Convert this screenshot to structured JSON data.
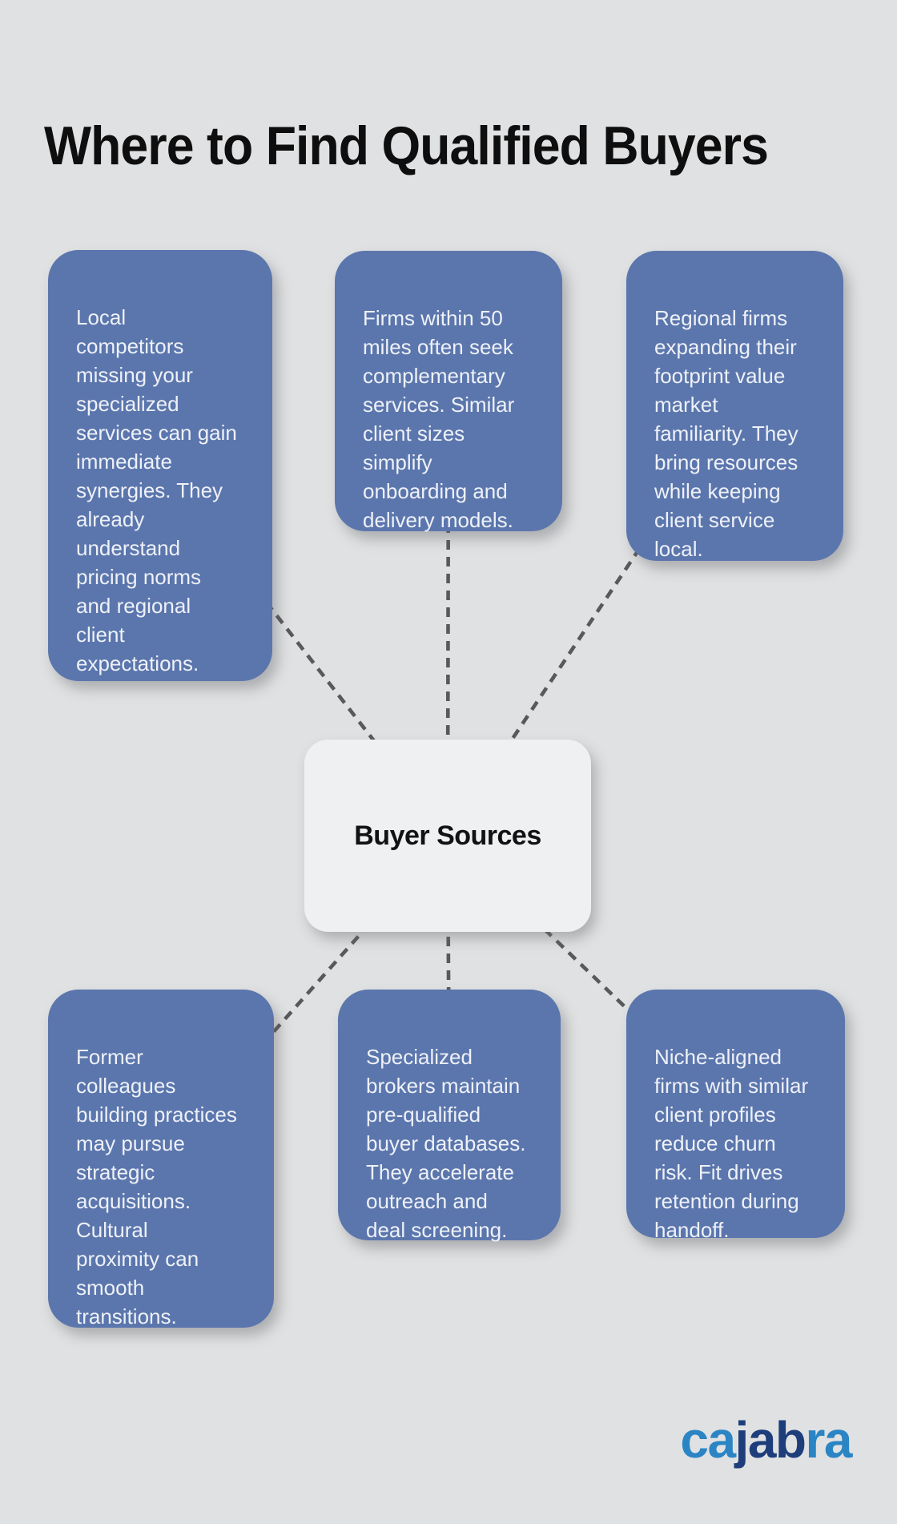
{
  "title": "Where to Find Qualified Buyers",
  "center": {
    "label": "Buyer Sources"
  },
  "nodes": [
    {
      "id": "top-left",
      "text": "Local\ncompetitors\nmissing your\nspecialized\nservices can gain\nimmediate\nsynergies. They\nalready\nunderstand\npricing norms\nand regional\nclient\nexpectations."
    },
    {
      "id": "top-middle",
      "text": "Firms within 50\nmiles often seek\ncomplementary\nservices. Similar\nclient sizes\nsimplify\nonboarding and\ndelivery models."
    },
    {
      "id": "top-right",
      "text": "Regional firms\nexpanding their\nfootprint value\nmarket\nfamiliarity. They\nbring resources\nwhile keeping\nclient service\nlocal."
    },
    {
      "id": "bottom-left",
      "text": "Former\ncolleagues\nbuilding practices\nmay pursue\nstrategic\nacquisitions.\nCultural\nproximity can\nsmooth\ntransitions."
    },
    {
      "id": "bottom-middle",
      "text": "Specialized\nbrokers maintain\npre-qualified\nbuyer databases.\nThey accelerate\noutreach and\ndeal screening."
    },
    {
      "id": "bottom-right",
      "text": "Niche-aligned\nfirms with similar\nclient profiles\nreduce churn\nrisk. Fit drives\nretention during\nhandoff."
    }
  ],
  "diagram": {
    "connections": [
      "top-left",
      "top-middle",
      "top-right",
      "bottom-left",
      "bottom-middle",
      "bottom-right"
    ]
  },
  "logo": {
    "text": "cajabra",
    "segments": [
      {
        "text": "ca",
        "color": "#2b85c4"
      },
      {
        "text": "jab",
        "color": "#1e3e7b"
      },
      {
        "text": "ra",
        "color": "#2b85c4"
      }
    ]
  },
  "colors": {
    "background": "#e0e1e2",
    "node_fill": "#5b76ad",
    "node_text": "#eef1f7",
    "center_fill": "#eff0f2",
    "connector": "#58595b",
    "title_text": "#0e0e0f",
    "logo_light_blue": "#2b85c4",
    "logo_dark_blue": "#1e3e7b"
  }
}
